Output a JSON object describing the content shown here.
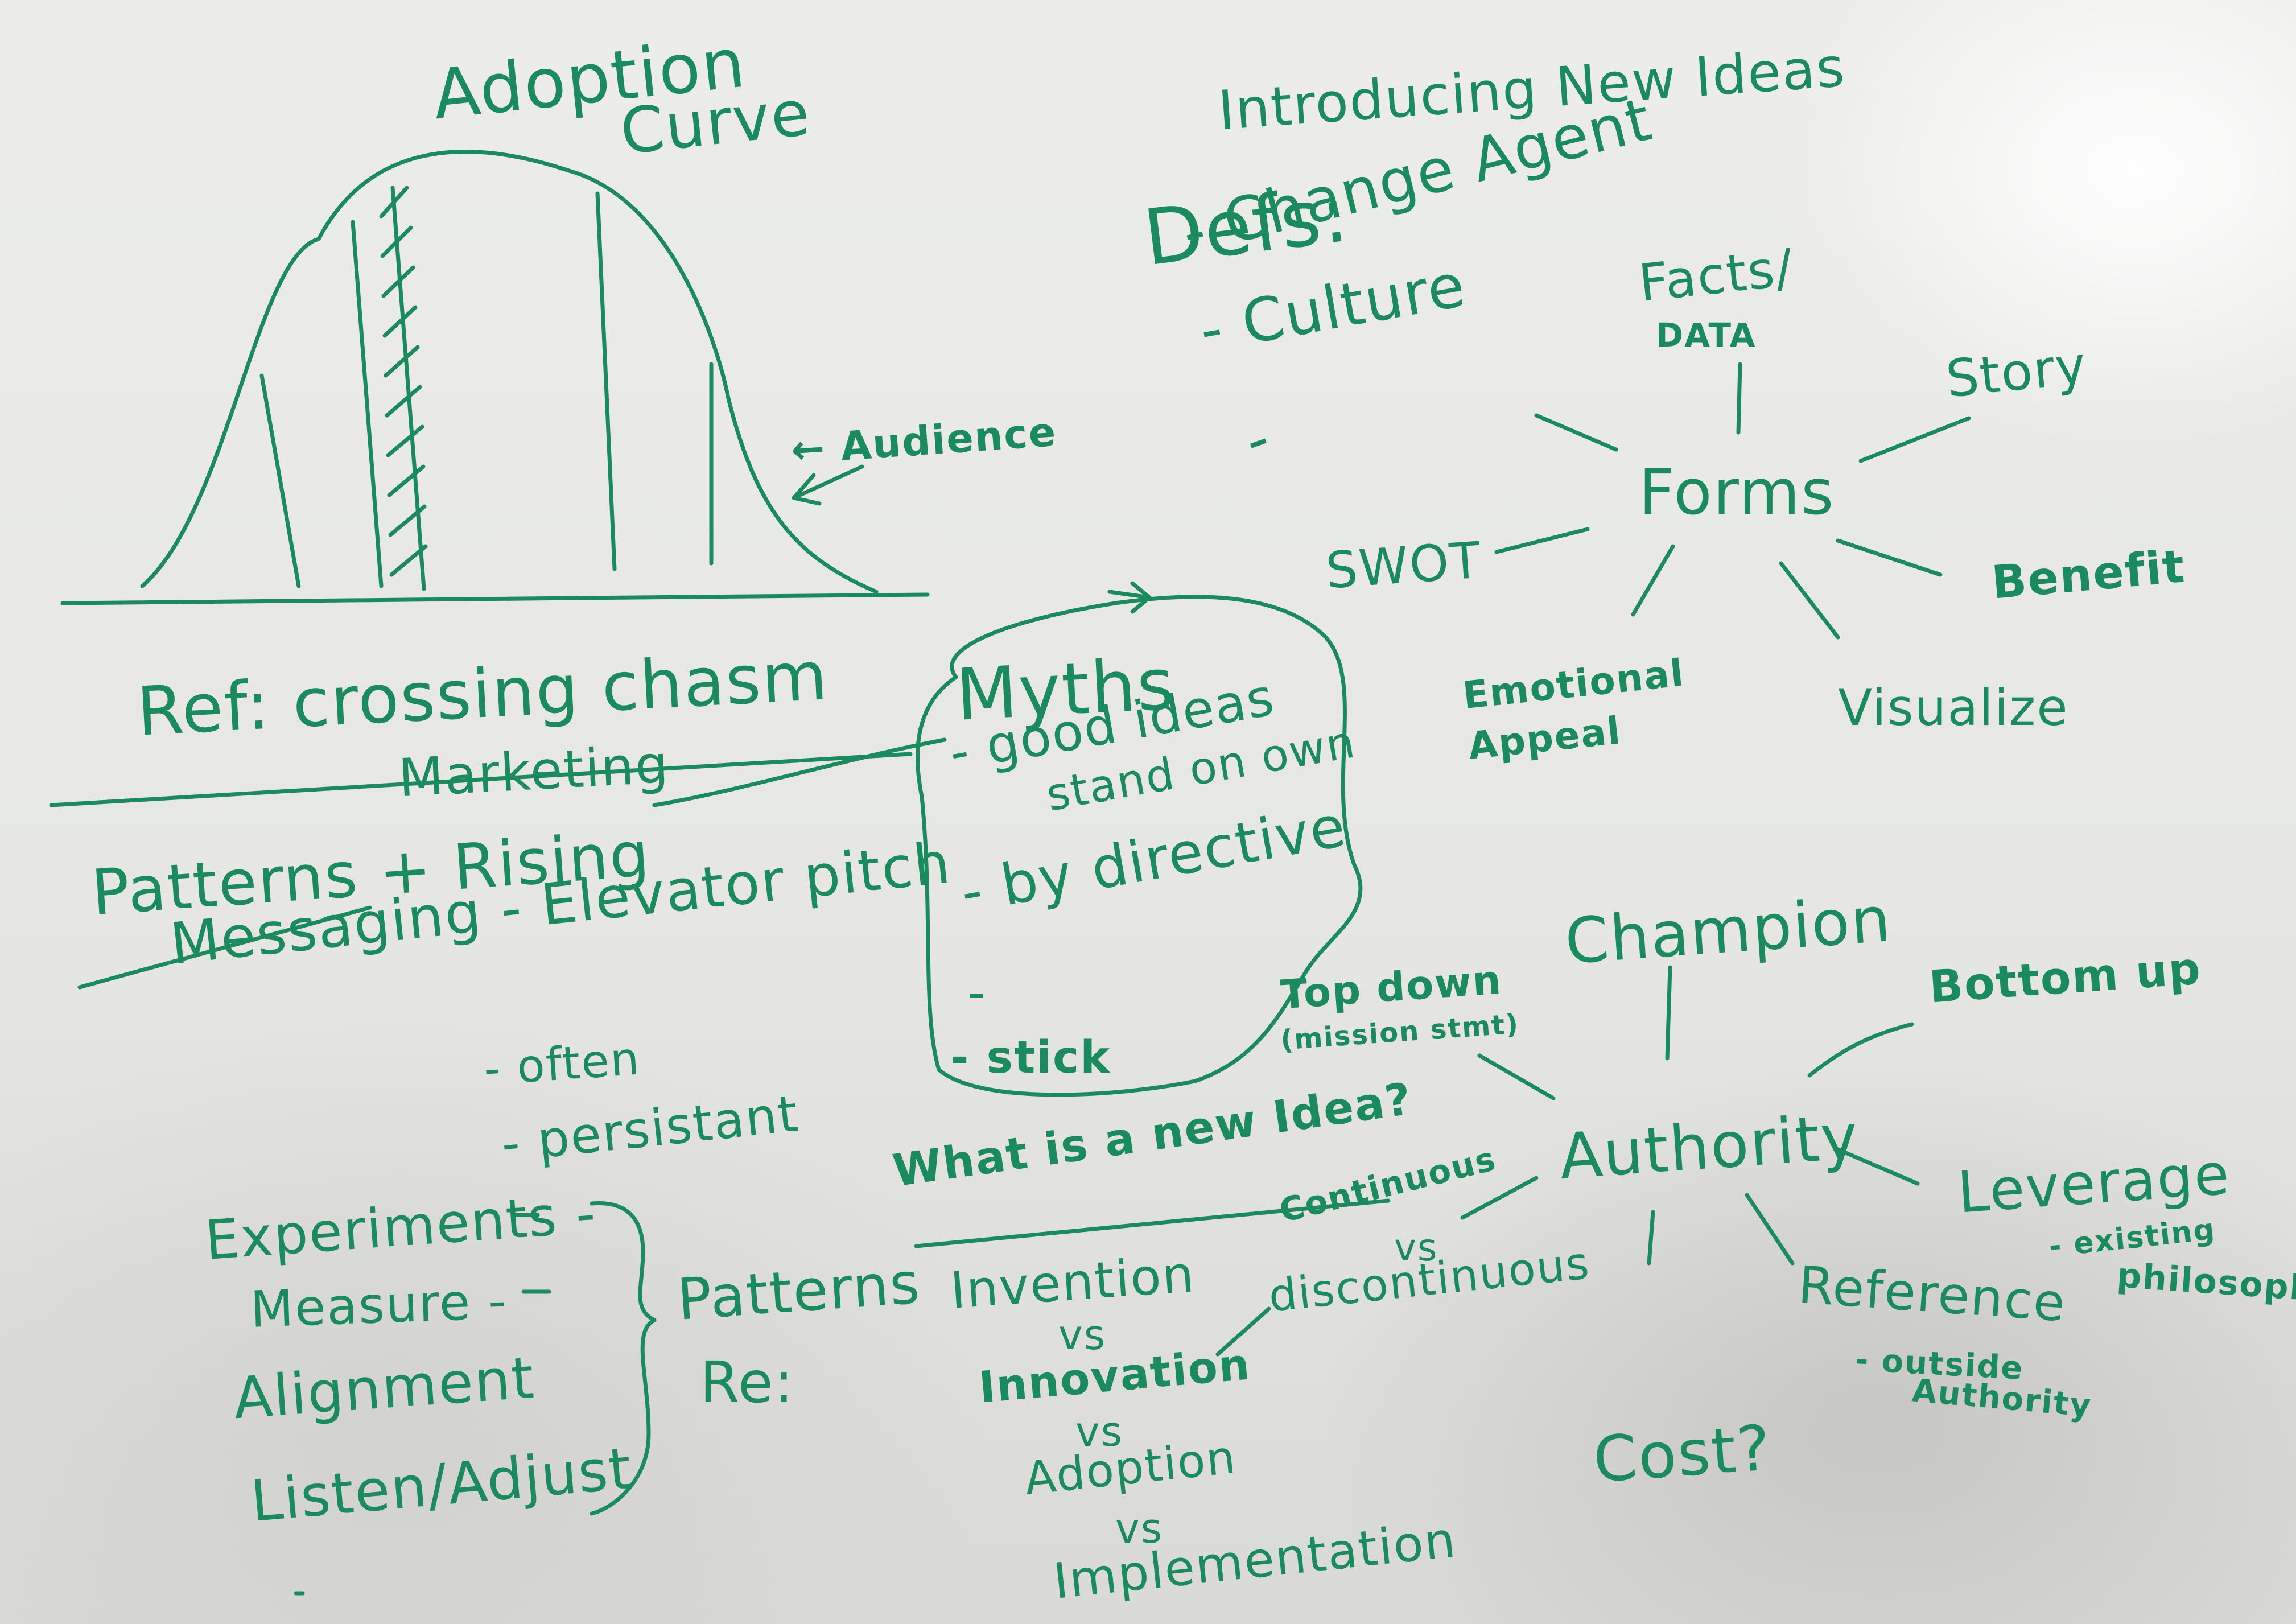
{
  "image_kind": "whiteboard photo",
  "ink_color": "#1c8a5f",
  "board_color": "#e8e9e6",
  "adoption": {
    "title_line1": "Adoption",
    "title_line2": "Curve",
    "audience": "← Audience",
    "ref": "Ref: crossing chasm",
    "marketing": "Marketing"
  },
  "introducing": {
    "title": "Introducing New Ideas",
    "defs": "Defs:",
    "def_items": [
      "- Change Agent",
      "- Culture",
      "-"
    ]
  },
  "forms": {
    "center": "Forms",
    "facts": "Facts/",
    "data": "DATA",
    "story": "Story",
    "swot": "SWOT",
    "benefit": "Benefit",
    "emotional": "Emotional",
    "appeal": "Appeal",
    "visualize": "Visualize"
  },
  "myths": {
    "title": "Myths",
    "items": [
      "- good ideas",
      "stand on own",
      "- by directive",
      "-",
      "- stick"
    ]
  },
  "patterns": {
    "title": "Patterns + Rising",
    "messaging": "Messaging - Elevator pitch",
    "often": "- often",
    "persistent": "- persistant"
  },
  "experiments": {
    "items": [
      "Experiments -",
      "Measure -",
      "Alignment",
      "Listen/Adjust"
    ],
    "patterns_re": "Patterns",
    "re": "Re:"
  },
  "new_idea": {
    "question": "What is a new Idea?",
    "chain": [
      "Invention",
      "vs",
      "Innovation",
      "vs",
      "Adoption",
      "vs",
      "Implementation"
    ],
    "continuous": "Continuous",
    "vs": "vs",
    "discontinuous": "discontinuous"
  },
  "authority": {
    "center": "Authority",
    "champion": "Champion",
    "top_down": "Top down",
    "mission": "(mission stmt)",
    "bottom_up": "Bottom up",
    "leverage": "Leverage",
    "existing": "- existing",
    "philosophy": "philosophy",
    "reference": "Reference",
    "outside": "- outside",
    "outside_authority": "Authority",
    "cost": "Cost?"
  }
}
